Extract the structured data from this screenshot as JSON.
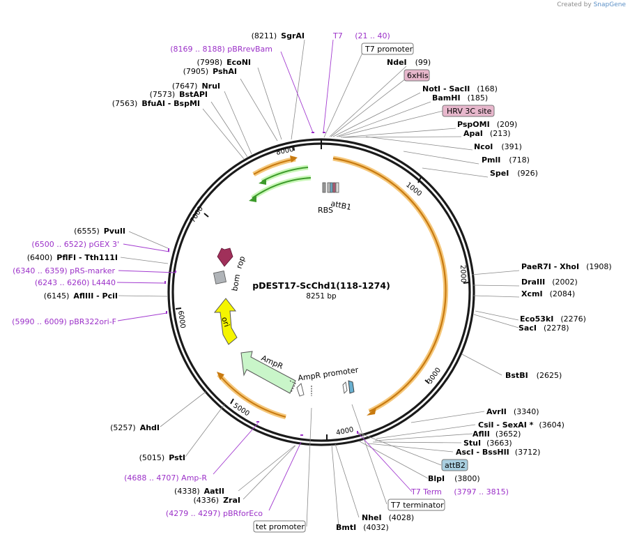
{
  "credit": {
    "prefix": "Created by",
    "brand": "SnapGene"
  },
  "map": {
    "title": "pDEST17-ScChd1(118-1274)",
    "length": "8251 bp"
  },
  "ticks": [
    "1000",
    "2000",
    "3000",
    "4000",
    "5000",
    "6000",
    "7000",
    "8000"
  ],
  "features": {
    "rbs": "RBS",
    "attb1": "attB1",
    "rop": "rop",
    "bom": "bom",
    "ori": "ori",
    "ampr": "AmpR",
    "ampr_promoter": "AmpR promoter"
  },
  "sites": [
    {
      "id": "sgrai",
      "pos": "(8211)",
      "name": "SgrAI"
    },
    {
      "id": "econi",
      "pos": "(7998)",
      "name": "EcoNI"
    },
    {
      "id": "pshai",
      "pos": "(7905)",
      "name": "PshAI"
    },
    {
      "id": "drui",
      "pos": "(7647)",
      "name": "NruI"
    },
    {
      "id": "bstapi",
      "pos": "(7573)",
      "name": "BstAPI"
    },
    {
      "id": "bfuai",
      "pos": "(7563)",
      "name": "BfuAI - BspMI"
    },
    {
      "id": "ndei",
      "name": "NdeI",
      "pos": "(99)"
    },
    {
      "id": "noti",
      "name": "NotI - SacII",
      "pos": "(168)"
    },
    {
      "id": "bamhi",
      "name": "BamHI",
      "pos": "(185)"
    },
    {
      "id": "pspomi",
      "name": "PspOMI",
      "pos": "(209)"
    },
    {
      "id": "apai",
      "name": "ApaI",
      "pos": "(213)"
    },
    {
      "id": "ncoi",
      "name": "NcoI",
      "pos": "(391)"
    },
    {
      "id": "pmli",
      "name": "PmlI",
      "pos": "(718)"
    },
    {
      "id": "spei",
      "name": "SpeI",
      "pos": "(926)"
    },
    {
      "id": "paer7i",
      "name": "PaeR7I - XhoI",
      "pos": "(1908)"
    },
    {
      "id": "draiii",
      "name": "DraIII",
      "pos": "(2002)"
    },
    {
      "id": "xcmi",
      "name": "XcmI",
      "pos": "(2084)"
    },
    {
      "id": "eco53ki",
      "name": "Eco53kI",
      "pos": "(2276)"
    },
    {
      "id": "saci",
      "name": "SacI",
      "pos": "(2278)"
    },
    {
      "id": "bstbi",
      "name": "BstBI",
      "pos": "(2625)"
    },
    {
      "id": "avrii",
      "name": "AvrII",
      "pos": "(3340)"
    },
    {
      "id": "csii",
      "name": "CsiI - SexAI *",
      "pos": "(3604)"
    },
    {
      "id": "aflii",
      "name": "AflII",
      "pos": "(3652)"
    },
    {
      "id": "stui",
      "name": "StuI",
      "pos": "(3663)"
    },
    {
      "id": "asci",
      "name": "AscI - BssHII",
      "pos": "(3712)"
    },
    {
      "id": "blpi",
      "name": "BlpI",
      "pos": "(3800)"
    },
    {
      "id": "nhei",
      "name": "NheI",
      "pos": "(4028)"
    },
    {
      "id": "bmti",
      "name": "BmtI",
      "pos": "(4032)"
    },
    {
      "id": "aatii",
      "pos": "(4338)",
      "name": "AatII"
    },
    {
      "id": "zrai",
      "pos": "(4336)",
      "name": "ZraI"
    },
    {
      "id": "psti",
      "pos": "(5015)",
      "name": "PstI"
    },
    {
      "id": "ahdi",
      "pos": "(5257)",
      "name": "AhdI"
    },
    {
      "id": "pvuii",
      "pos": "(6555)",
      "name": "PvuII"
    },
    {
      "id": "pfifi",
      "pos": "(6400)",
      "name": "PflFI - Tth111I"
    },
    {
      "id": "afliii",
      "pos": "(6145)",
      "name": "AflIII - PciI"
    }
  ],
  "primers": [
    {
      "id": "pbrrevbam",
      "text": "(8169 .. 8188)  pBRrevBam"
    },
    {
      "id": "t7",
      "text": "T7     (21 .. 40)"
    },
    {
      "id": "pgex3",
      "text": "(6500 .. 6522)  pGEX 3'"
    },
    {
      "id": "prsmarker",
      "text": "(6340 .. 6359)  pRS-marker"
    },
    {
      "id": "l4440",
      "text": "(6243 .. 6260)  L4440"
    },
    {
      "id": "pbr322orif",
      "text": "(5990 .. 6009)  pBR322ori-F"
    },
    {
      "id": "ampr",
      "text": "(4688 .. 4707)  Amp-R"
    },
    {
      "id": "pbrforeco",
      "text": "(4279 .. 4297)  pBRforEco"
    },
    {
      "id": "t7term",
      "text": "T7 Term     (3797 .. 3815)"
    }
  ],
  "boxes": {
    "t7promoter": "T7 promoter",
    "his": "6xHis",
    "hrv": "HRV 3C site",
    "attb2": "attB2",
    "t7terminator": "T7 terminator",
    "tetpromoter": "tet promoter"
  },
  "colors": {
    "backbone": "#222222",
    "orf": "#f5a623",
    "ori": "#f5f500",
    "ampr": "#c9f5c9",
    "rop": "#a0305a",
    "primer": "#9b30c8",
    "arrow_green": "#3c9a2a"
  }
}
